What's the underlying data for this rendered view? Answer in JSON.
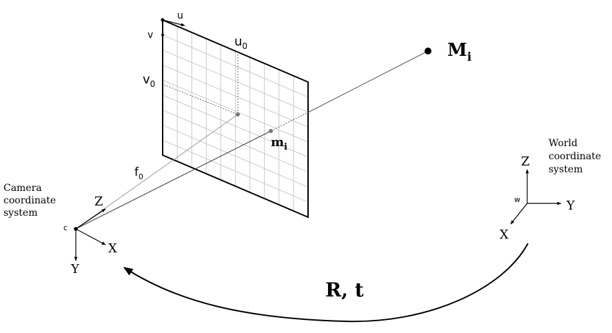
{
  "image_plane": {
    "u_label": "u",
    "v_label": "v",
    "u0_label": "u",
    "u0_sub": "0",
    "v0_label": "v",
    "v0_sub": "0",
    "f0_label": "f",
    "f0_sub": "0"
  },
  "projection": {
    "world_point_label": "M",
    "world_point_sub": "i",
    "image_point_label": "m",
    "image_point_sub": "i"
  },
  "camera": {
    "caption_lines": [
      "Camera",
      "coordinate",
      "system"
    ],
    "origin_label": "c",
    "z_label": "Z",
    "x_label": "X",
    "y_label": "Y"
  },
  "world": {
    "caption_lines": [
      "World",
      "coordinate",
      "system"
    ],
    "origin_label": "w",
    "z_label": "Z",
    "y_label": "Y",
    "x_label": "X"
  },
  "transform": {
    "label": "R, t"
  }
}
